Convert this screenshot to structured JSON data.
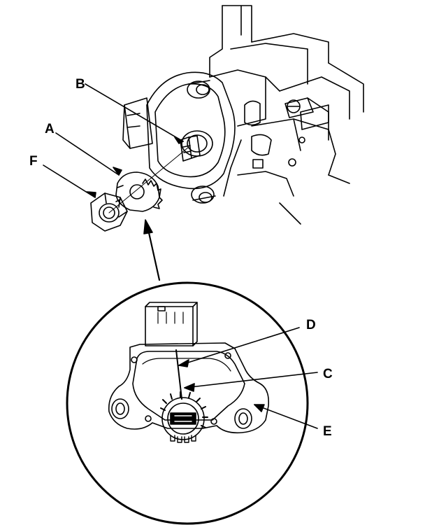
{
  "labels": {
    "A": "A",
    "B": "B",
    "C": "C",
    "D": "D",
    "E": "E",
    "F": "F"
  },
  "colors": {
    "ink": "#000000",
    "paper": "#ffffff"
  }
}
